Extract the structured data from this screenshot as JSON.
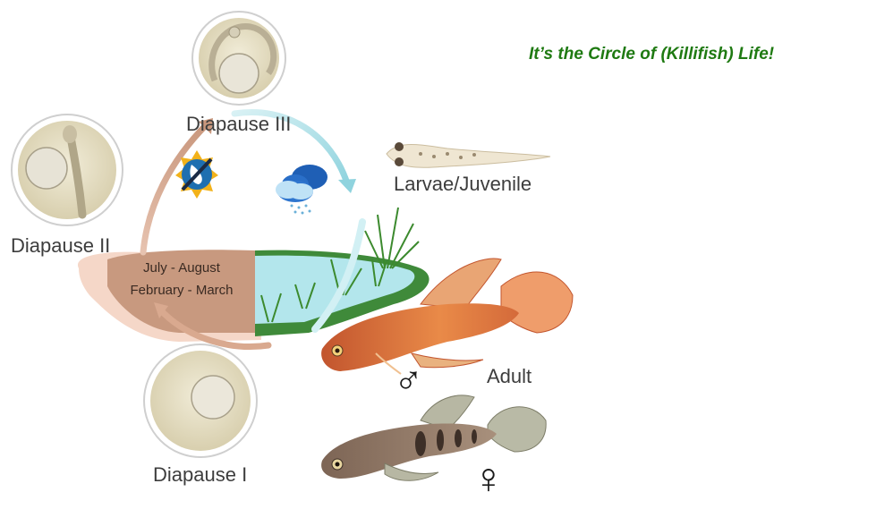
{
  "title": "It’s the Circle of (Killifish) Life!",
  "stages": {
    "diapause_1": "Diapause I",
    "diapause_2": "Diapause II",
    "diapause_3": "Diapause III",
    "larvae": "Larvae/Juvenile",
    "adult": "Adult"
  },
  "seasons": {
    "dry": "July - August",
    "wet": "February - March"
  },
  "symbols": {
    "male": "♂",
    "female": "♀"
  },
  "icons": [
    "sun-with-no-water-icon",
    "rain-cloud-icon"
  ],
  "colors": {
    "title": "#1f7a12",
    "mud": "#c89a82",
    "water": "#aee3ea",
    "grass": "#3f8a3a",
    "arrow_dry": "#d9a98f",
    "arrow_wet": "#a8dfe6",
    "male_fish": "#e07a3e",
    "female_fish": "#8c7462"
  }
}
